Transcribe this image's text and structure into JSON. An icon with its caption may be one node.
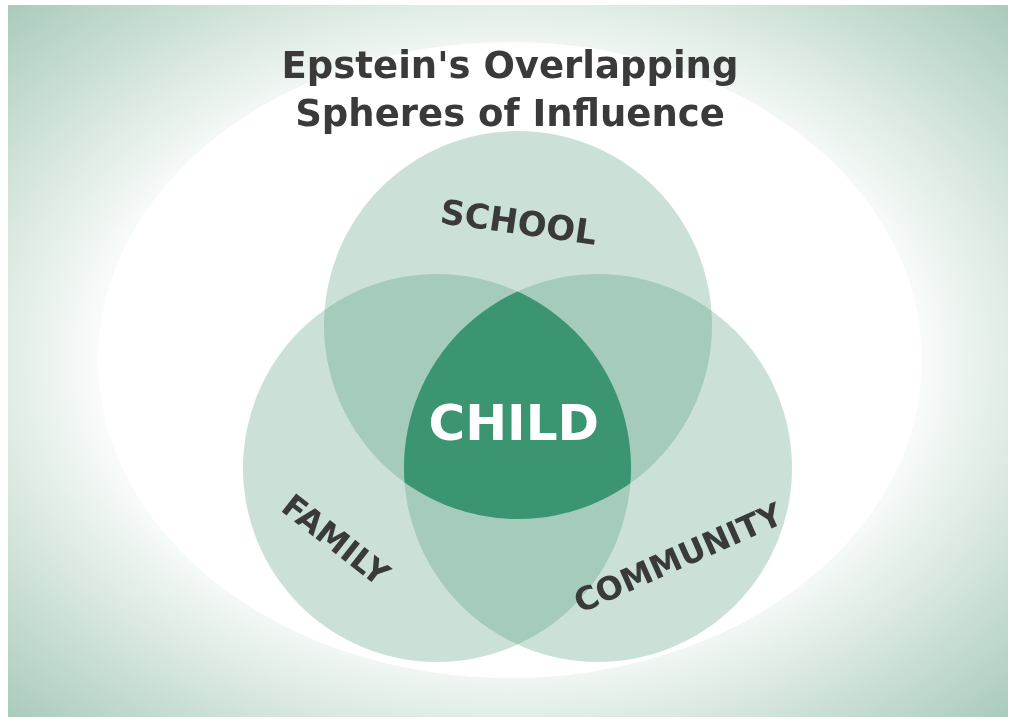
{
  "diagram": {
    "title": "Epstein's Overlapping Spheres of Influence",
    "nodes": [
      {
        "text": [
          "SCHOOL"
        ]
      },
      {
        "text": [
          "FAMILY"
        ]
      },
      {
        "text": [
          "COMMUNITY"
        ]
      },
      {
        "text": [
          "CHILD"
        ]
      }
    ]
  }
}
